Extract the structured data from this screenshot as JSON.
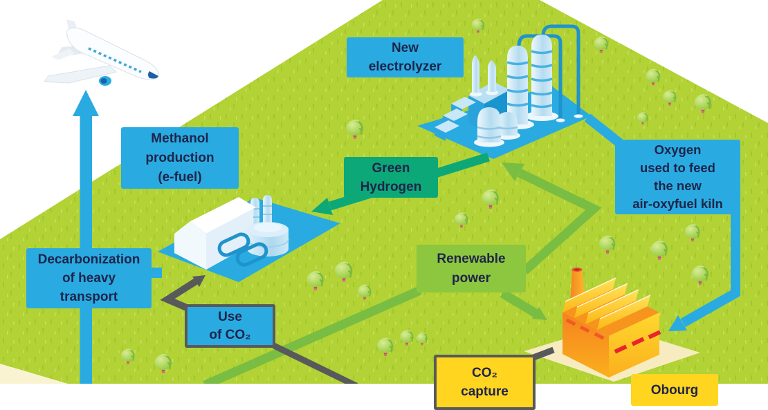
{
  "diagram": {
    "labels": {
      "methanol_production": {
        "text": "Methanol\nproduction\n(e-fuel)",
        "bg": "#29abe2"
      },
      "new_electrolyzer": {
        "text": "New\nelectrolyzer",
        "bg": "#29abe2"
      },
      "green_hydrogen": {
        "text": "Green\nHydrogen",
        "bg": "#0da878"
      },
      "oxygen_kiln": {
        "text": "Oxygen\nused to feed\nthe new\nair-oxyfuel kiln",
        "bg": "#29abe2"
      },
      "renewable_power": {
        "text": "Renewable\npower",
        "bg": "#8dc63f"
      },
      "decarbonization": {
        "text": "Decarbonization\nof heavy\ntransport",
        "bg": "#29abe2"
      },
      "use_of_co2": {
        "text": "Use\nof CO₂",
        "bg": "#29abe2",
        "border": "#58595b"
      },
      "co2_capture": {
        "text": "CO₂\ncapture",
        "bg": "#ffd520",
        "border": "#58595b"
      },
      "obourg": {
        "text": "Obourg",
        "bg": "#ffd520"
      }
    },
    "palette": {
      "label_blue": "#29abe2",
      "teal_green": "#0da878",
      "light_green_box": "#8dc63f",
      "arrow_green": "#79bd43",
      "ground_green": "#b2d235",
      "yellow_box": "#ffd520",
      "border_gray": "#58595b",
      "factory_orange": "#f7941d",
      "red_accent": "#ed1c24",
      "text_dark": "#1e2449"
    },
    "illustrations": [
      "airplane",
      "electrolyzer-plant",
      "methanol-plant",
      "cement-plant-obourg",
      "trees",
      "ground"
    ],
    "flows": [
      {
        "name": "takeoff-arrow",
        "color": "blue"
      },
      {
        "name": "green-hydrogen-flow",
        "color": "teal-green"
      },
      {
        "name": "oxygen-to-kiln-flow",
        "color": "blue"
      },
      {
        "name": "renewable-to-electrolyzer",
        "color": "green"
      },
      {
        "name": "renewable-to-cement-plant",
        "color": "green"
      },
      {
        "name": "renewable-line",
        "color": "green"
      },
      {
        "name": "co2-use-flow",
        "color": "gray"
      },
      {
        "name": "co2-capture-line",
        "color": "gray"
      }
    ]
  }
}
